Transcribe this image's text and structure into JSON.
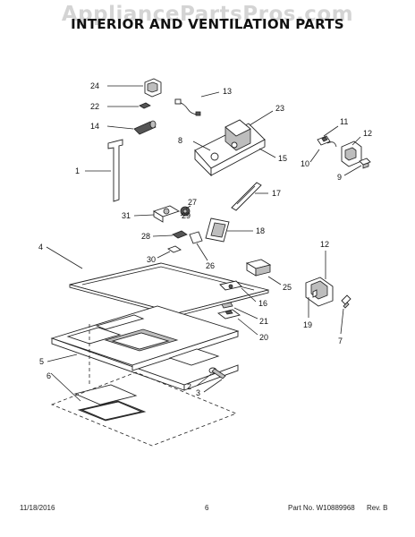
{
  "watermark": "AppliancePartsPros.com",
  "title": "INTERIOR AND VENTILATION PARTS",
  "callouts": [
    "24",
    "13",
    "22",
    "23",
    "14",
    "8",
    "11",
    "12",
    "10",
    "15",
    "1",
    "9",
    "17",
    "27",
    "31",
    "29",
    "18",
    "28",
    "26",
    "30",
    "4",
    "12",
    "25",
    "16",
    "21",
    "19",
    "7",
    "20",
    "5",
    "6",
    "2",
    "3"
  ],
  "footer": {
    "date": "11/18/2016",
    "page": "6",
    "part_no": "Part No. W10889968",
    "rev": "Rev. B"
  }
}
